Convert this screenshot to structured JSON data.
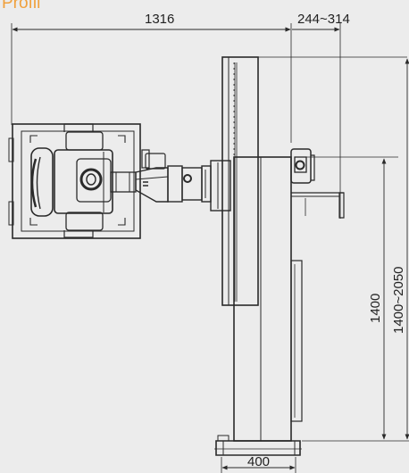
{
  "page": {
    "title": "Profil",
    "title_color": "#f0a03c",
    "background": "#ececec",
    "line_color": "#2a2a2a"
  },
  "dimensions": {
    "arm_length": "1316",
    "detector_offset": "244~314",
    "base_width": "400",
    "arm_height": "1400",
    "height_range": "1400~2050"
  }
}
